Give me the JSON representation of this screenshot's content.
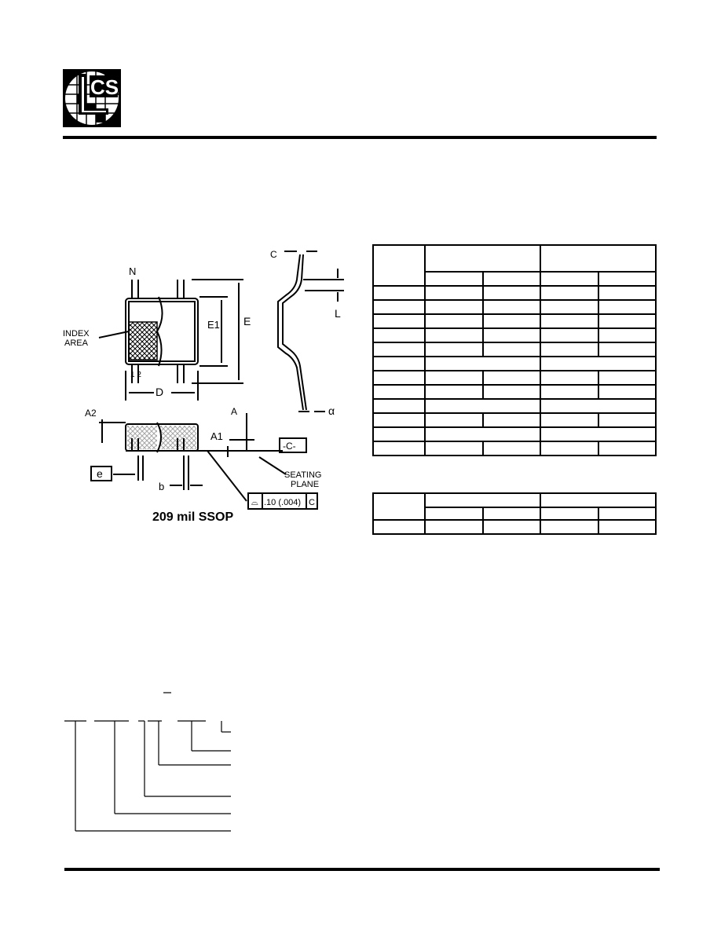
{
  "drawing": {
    "caption": "209 mil SSOP",
    "labels": {
      "n": "N",
      "index_area_line1": "INDEX",
      "index_area_line2": "AREA",
      "e1": "E1",
      "e": "E",
      "pins": "1 2",
      "d": "D",
      "c": "C",
      "l": "L",
      "alpha": "α",
      "a2": "A2",
      "a": "A",
      "a1": "A1",
      "datum_c": "-C-",
      "pitch_e": "e",
      "b": "b",
      "seating_line1": "SEATING",
      "seating_line2": "PLANE",
      "tolerance": ".10 (.004)",
      "tolerance_ref": "C"
    }
  }
}
